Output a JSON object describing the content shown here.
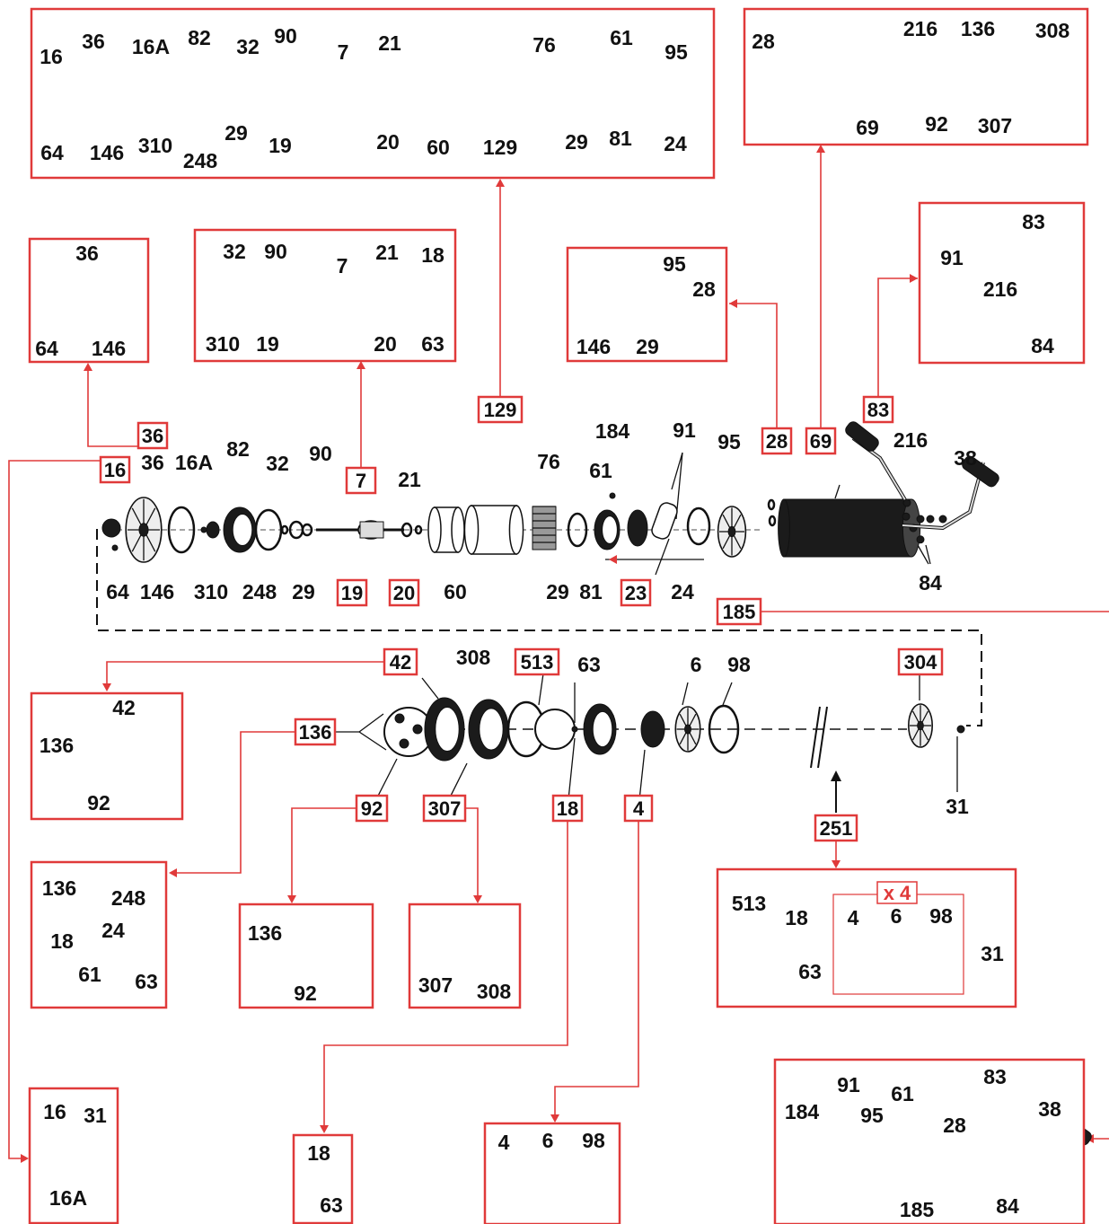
{
  "diagram": {
    "kits": [
      {
        "id": "kit-129",
        "labels": [
          "16",
          "36",
          "16A",
          "82",
          "32",
          "90",
          "7",
          "21",
          "76",
          "61",
          "95",
          "64",
          "146",
          "310",
          "248",
          "29",
          "19",
          "20",
          "60",
          "129",
          "29",
          "81",
          "24"
        ]
      },
      {
        "id": "kit-69",
        "labels": [
          "28",
          "216",
          "136",
          "308",
          "69",
          "92",
          "307"
        ]
      },
      {
        "id": "kit-36",
        "labels": [
          "36",
          "64",
          "146"
        ]
      },
      {
        "id": "kit-7",
        "labels": [
          "32",
          "90",
          "7",
          "21",
          "18",
          "310",
          "19",
          "20",
          "63"
        ]
      },
      {
        "id": "kit-28",
        "labels": [
          "95",
          "28",
          "146",
          "29"
        ]
      },
      {
        "id": "kit-83",
        "labels": [
          "83",
          "91",
          "216",
          "84"
        ]
      },
      {
        "id": "kit-42",
        "labels": [
          "42",
          "136",
          "92"
        ]
      },
      {
        "id": "kit-136",
        "labels": [
          "136",
          "248",
          "24",
          "18",
          "61",
          "63"
        ]
      },
      {
        "id": "kit-92",
        "labels": [
          "136",
          "92"
        ]
      },
      {
        "id": "kit-307",
        "labels": [
          "307",
          "308"
        ]
      },
      {
        "id": "kit-251",
        "labels": [
          "513",
          "18",
          "63",
          "4",
          "6",
          "98",
          "31"
        ],
        "multiplier": "x 4"
      },
      {
        "id": "kit-16",
        "labels": [
          "16",
          "31",
          "16A"
        ]
      },
      {
        "id": "kit-18",
        "labels": [
          "18",
          "63"
        ]
      },
      {
        "id": "kit-4",
        "labels": [
          "4",
          "6",
          "98"
        ]
      },
      {
        "id": "kit-185",
        "labels": [
          "184",
          "91",
          "61",
          "83",
          "28",
          "95",
          "38",
          "185",
          "84"
        ]
      }
    ],
    "main_labels": [
      "16A",
      "82",
      "32",
      "90",
      "21",
      "76",
      "184",
      "91",
      "61",
      "95",
      "216",
      "38",
      "64",
      "146",
      "310",
      "248",
      "29",
      "60",
      "29",
      "81",
      "24",
      "84",
      "308",
      "63",
      "6",
      "98",
      "31",
      "36"
    ],
    "callouts": [
      "16",
      "36",
      "7",
      "129",
      "28",
      "69",
      "83",
      "19",
      "20",
      "23",
      "185",
      "42",
      "513",
      "304",
      "136",
      "92",
      "307",
      "18",
      "4",
      "251"
    ]
  }
}
